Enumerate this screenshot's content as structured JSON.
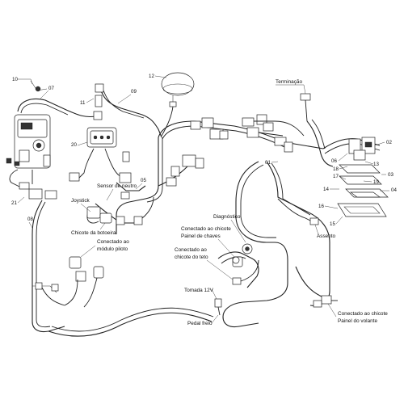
{
  "diagram": {
    "callouts": [
      {
        "id": "10",
        "text": "10"
      },
      {
        "id": "07",
        "text": "07"
      },
      {
        "id": "11",
        "text": "11"
      },
      {
        "id": "09",
        "text": "09"
      },
      {
        "id": "12",
        "text": "12"
      },
      {
        "id": "20",
        "text": "20"
      },
      {
        "id": "05",
        "text": "05"
      },
      {
        "id": "01",
        "text": "01"
      },
      {
        "id": "21",
        "text": "21"
      },
      {
        "id": "08",
        "text": "08"
      },
      {
        "id": "06",
        "text": "06"
      },
      {
        "id": "18",
        "text": "18"
      },
      {
        "id": "13",
        "text": "13"
      },
      {
        "id": "17",
        "text": "17"
      },
      {
        "id": "19",
        "text": "19"
      },
      {
        "id": "03",
        "text": "03"
      },
      {
        "id": "02",
        "text": "02"
      },
      {
        "id": "04",
        "text": "04"
      },
      {
        "id": "14",
        "text": "14"
      },
      {
        "id": "16",
        "text": "16"
      },
      {
        "id": "15",
        "text": "15"
      }
    ],
    "labels": {
      "terminacao": "Terminação",
      "sensor_neutro": "Sensor de neutro",
      "joystick": "Joystick",
      "chicote_botoeira": "Chicote da botoeira",
      "modulo_piloto_1": "Conectado ao",
      "modulo_piloto_2": "módulo piloto",
      "diagnostico": "Diagnóstico",
      "painel_chaves_1": "Conectado ao chicote",
      "painel_chaves_2": "Painel de chaves",
      "chicote_teto_1": "Conectado ao",
      "chicote_teto_2": "chicote do teto",
      "tomada": "Tomada 12V",
      "assento": "Assento",
      "volante_1": "Conectado ao chicote",
      "volante_2": "Painel do volante",
      "pedal_freio": "Pedal freio"
    }
  }
}
